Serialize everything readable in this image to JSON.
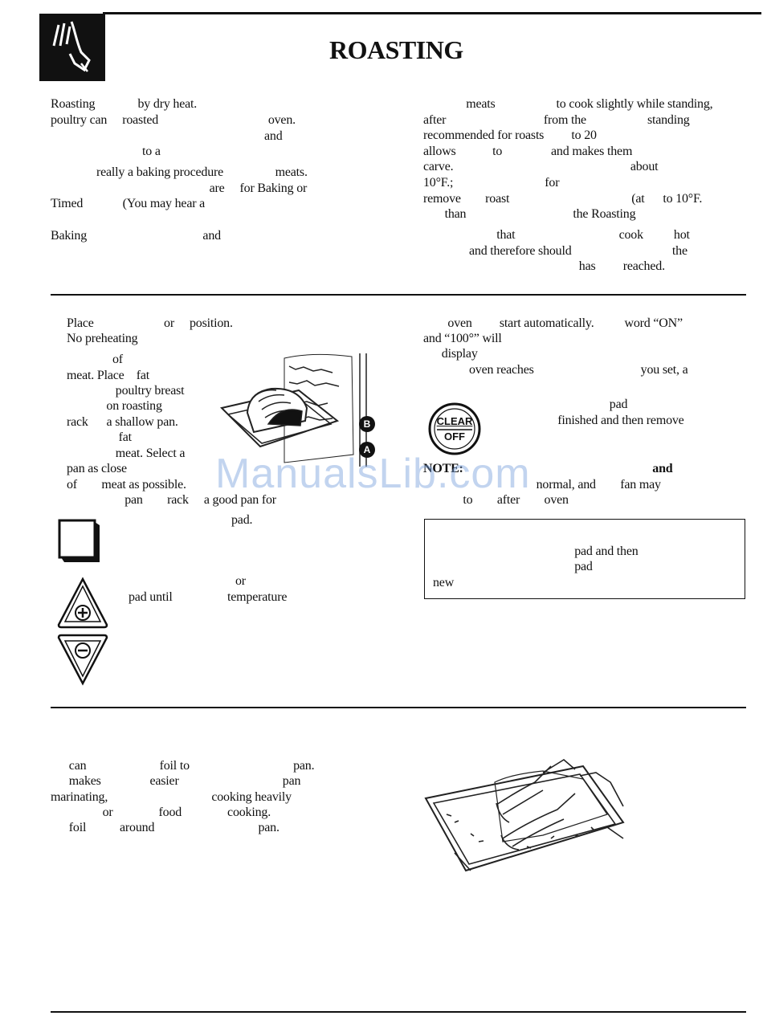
{
  "header": {
    "title": "ROASTING"
  },
  "intro": {
    "left_lines": [
      "Roasting              by dry heat.",
      "poultry can     roasted                                    oven.",
      "                                                                      and",
      "                              to a",
      "               really a baking procedure                 meats.",
      "                                                    are     for Baking or",
      "Timed             (You may hear a",
      "",
      "Baking                                      and"
    ],
    "right_lines": [
      "              meats                    to cook slightly while standing,",
      "after                                from the                    standing",
      "recommended for roasts         to 20",
      "allows            to                and makes them",
      "carve.                                                          about",
      "10°F.;                              for",
      "remove        roast                                        (at      to 10°F.",
      "       than                                   the Roasting",
      "                        that                                  cook          hot",
      "               and therefore should                                 the",
      "                                                   has         reached."
    ]
  },
  "steps": {
    "left_lines_top": [
      "Place                       or     position.",
      "No preheating"
    ],
    "left_lines_wrap": [
      "               of",
      "meat. Place    fat",
      "                poultry breast",
      "             on roasting",
      "rack      a shallow pan.",
      "                 fat",
      "                meat. Select a",
      "pan as close",
      "of        meat as possible.",
      "                   pan        rack     a good pan for"
    ],
    "pad_text": "pad.",
    "arrow_lines": [
      "                                   or",
      "pad until                  temperature"
    ],
    "right_lines": [
      "        oven         start automatically.          word “ON”",
      "and “100°” will",
      "      display",
      "               oven reaches                                   you set, a",
      "",
      "                                                             pad",
      "                                            finished and then remove"
    ],
    "clear_label": "CLEAR",
    "off_label": "OFF",
    "note_lines": [
      "NOTE:                                                              and",
      "                                     normal, and        fan may",
      "             to        after        oven"
    ],
    "box_lines": [
      "",
      "                                                 pad and then",
      "                                                 pad",
      "new"
    ]
  },
  "foil": {
    "left_lines": [
      "      can                        foil to                                  pan.",
      "      makes                easier                                  pan",
      "marinating,                                  cooking heavily",
      "                 or               food               cooking.",
      "      foil           around                                  pan."
    ]
  },
  "rack_labels": {
    "b": "B",
    "a": "A"
  },
  "watermark": "ManualsLib.com"
}
